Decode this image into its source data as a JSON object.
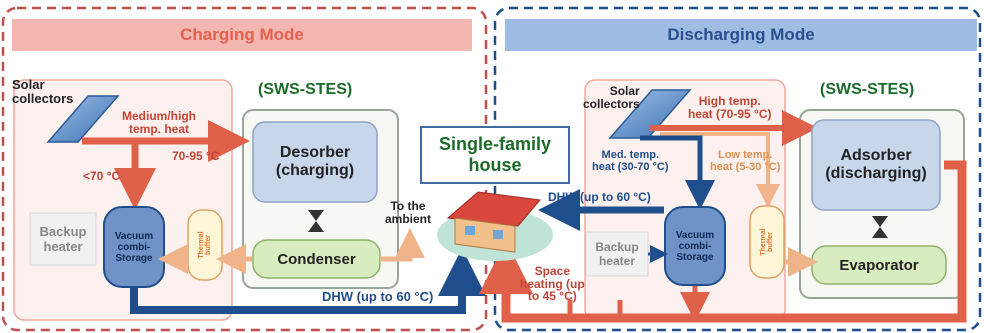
{
  "charging": {
    "header": "Charging Mode",
    "sws_stes": "(SWS-STES)",
    "solar_collectors": "Solar\ncollectors",
    "medium_high_heat": "Medium/high\ntemp. heat",
    "temp_70_95": "70-95 °C",
    "lt70": "<70 °C",
    "desorber": "Desorber\n(charging)",
    "condenser": "Condenser",
    "backup_heater": "Backup\nheater",
    "vacuum_storage": "Vacuum\ncombi-\nStorage",
    "thermal_buffer": "Thermal\nbuffer",
    "to_ambient": "To the\nambient",
    "dhw": "DHW (up to 60 °C)"
  },
  "house": {
    "label": "Single-family\nhouse"
  },
  "discharging": {
    "header": "Discharging Mode",
    "sws_stes": "(SWS-STES)",
    "solar_collectors": "Solar\ncollectors",
    "high_temp_heat": "High temp.\nheat (70-95 °C)",
    "med_temp_heat": "Med. temp.\nheat (30-70 °C)",
    "low_temp_heat": "Low temp.\nheat (5-30 °C)",
    "adsorber": "Adsorber\n(discharging)",
    "evaporator": "Evaporator",
    "backup_heater": "Backup\nheater",
    "vacuum_storage": "Vacuum\ncombi-\nStorage",
    "thermal_buffer": "Thermal\nbuffer",
    "dhw": "DHW (up to 60 °C)",
    "space_heating": "Space\nheating (up\nto 45 °C)"
  },
  "colors": {
    "charging_header_bg": "#f4b6b1",
    "charging_header_text": "#e2624f",
    "discharging_header_bg": "#9fbde3",
    "discharging_header_text": "#2a4f8f",
    "hot_pipe": "#e0614a",
    "warm_pipe": "#f0b48a",
    "cold_pipe": "#1f4e8c",
    "module_bg": "#c8d6ec",
    "condenser_bg": "#d9ecbf",
    "green_text": "#1c6b2a"
  }
}
